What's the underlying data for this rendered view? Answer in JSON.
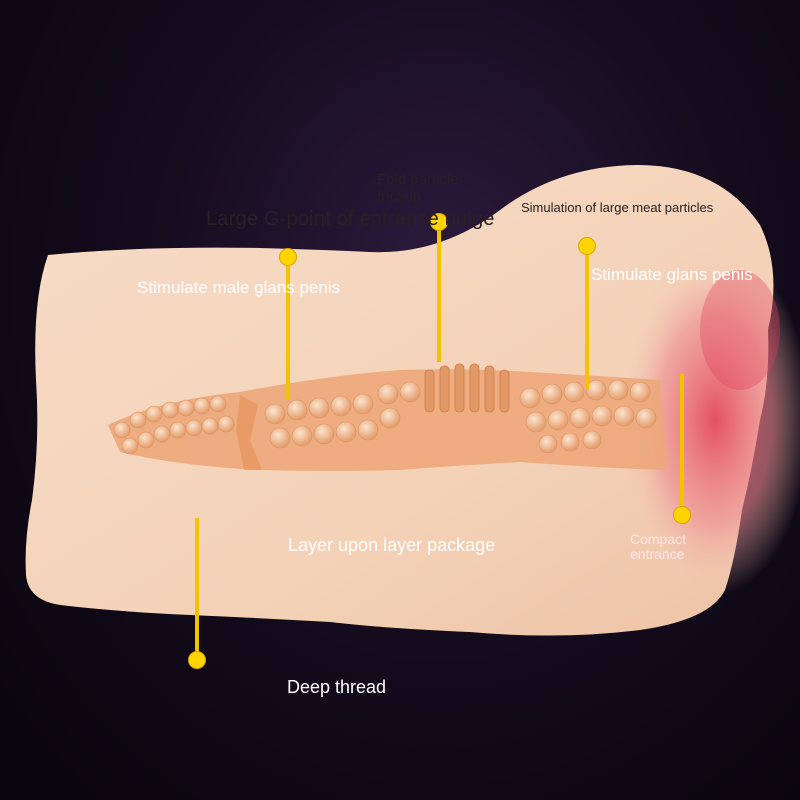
{
  "image": {
    "subject": "product-cutaway",
    "background_color": "#150c1e",
    "accent_color": "#ffd400",
    "body_color": "#f6d6bf",
    "interior_color": "#eba97e"
  },
  "callouts": [
    {
      "id": "large-g-point",
      "text": "Large G-point of entrance bulge"
    },
    {
      "id": "fold-particle",
      "text": "Fold particle friction"
    },
    {
      "id": "meat-particles",
      "text": "Simulation of large meat particles"
    },
    {
      "id": "glans-left",
      "text": "Stimulate male glans penis"
    },
    {
      "id": "glans-right",
      "text": "Stimulate glans penis"
    },
    {
      "id": "layer-package",
      "text": "Layer upon layer package"
    },
    {
      "id": "compact-entrance",
      "text": "Compact entrance"
    },
    {
      "id": "deep-thread",
      "text": "Deep thread"
    }
  ]
}
